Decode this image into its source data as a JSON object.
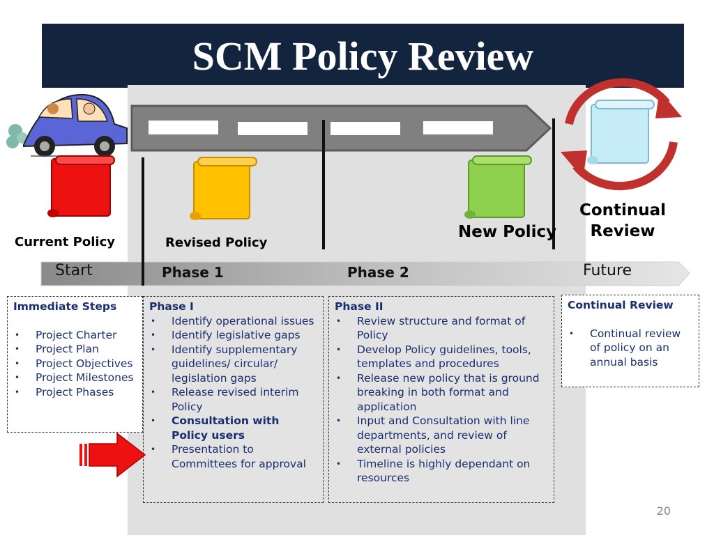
{
  "title": "SCM Policy Review",
  "policies": {
    "current": "Current Policy",
    "revised": "Revised Policy",
    "new": "New Policy",
    "continual_line1": "Continual",
    "continual_line2": "Review"
  },
  "timeline": {
    "start": "Start",
    "phase1": "Phase 1",
    "phase2": "Phase 2",
    "future": "Future"
  },
  "colors": {
    "title_bg": "#13243f",
    "current_scroll": "#ee1111",
    "revised_scroll": "#ffc000",
    "new_scroll": "#8fd14f",
    "review_scroll": "#c5ecf7",
    "cycle_arrows": "#c0302c",
    "text_blue": "#1a2e6e"
  },
  "boxes": {
    "immediate": {
      "title": "Immediate Steps",
      "items": [
        "Project Charter",
        "Project Plan",
        "Project Objectives",
        "Project Milestones",
        "Project Phases"
      ]
    },
    "phase1": {
      "title": "Phase I",
      "items": [
        "Identify operational issues",
        "Identify legislative gaps",
        "Identify supplementary guidelines/ circular/ legislation gaps",
        "Release revised interim Policy",
        "Consultation with Policy users",
        "Presentation to Committees for approval"
      ]
    },
    "phase2": {
      "title": "Phase II",
      "items": [
        "Review structure and format of Policy",
        "Develop Policy guidelines, tools, templates and procedures",
        "Release new policy that is ground breaking in both format and application",
        "Input and Consultation with line departments, and review of external policies",
        "Timeline is highly dependant on resources"
      ]
    },
    "continual": {
      "title": "Continual Review",
      "items": [
        "Continual review of policy on an annual basis"
      ]
    }
  },
  "page_number": "20"
}
